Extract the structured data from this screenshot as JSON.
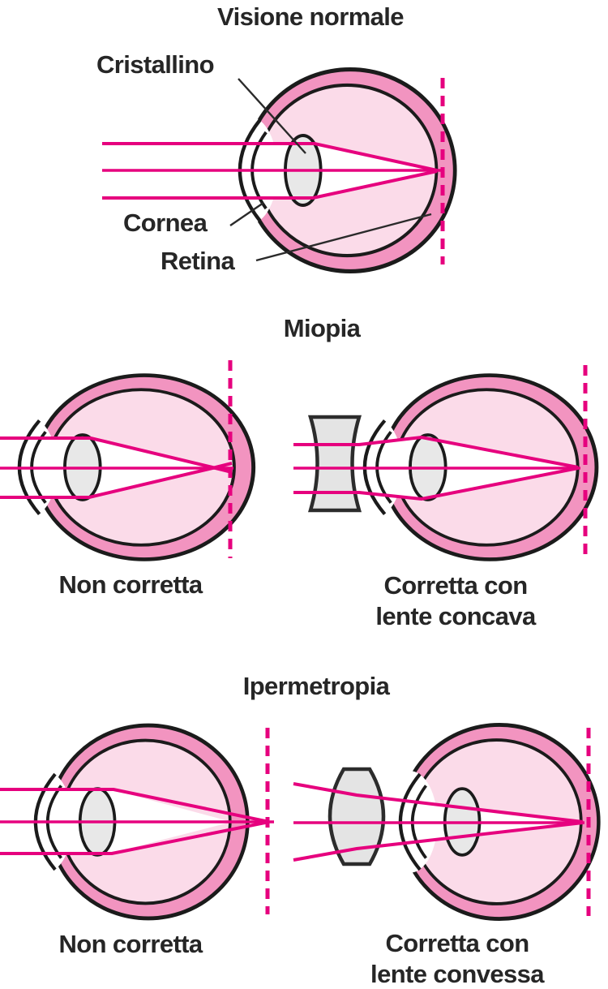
{
  "figure": {
    "description_visible_text_only": "",
    "normal": {
      "title": "Visione normale",
      "labels": {
        "cristallino": "Cristallino",
        "cornea": "Cornea",
        "retina": "Retina"
      }
    },
    "miopia": {
      "title": "Miopia",
      "left_caption": "Non corretta",
      "right_caption_line1": "Corretta con",
      "right_caption_line2": "lente concava"
    },
    "ipermetropia": {
      "title": "Ipermetropia",
      "left_caption": "Non corretta",
      "right_caption_line1": "Corretta con",
      "right_caption_line2": "lente convessa"
    }
  },
  "palette": {
    "ray_magenta": "#E6007E",
    "sclera_pink": "#F294C0",
    "interior_pink": "#FBDBE9",
    "lens_gray": "#E8E8E8",
    "corrective_lens_gray": "#E4E4E4",
    "outline_black": "#1B1B1B",
    "text_color": "#262626",
    "background": "#FFFFFF"
  }
}
